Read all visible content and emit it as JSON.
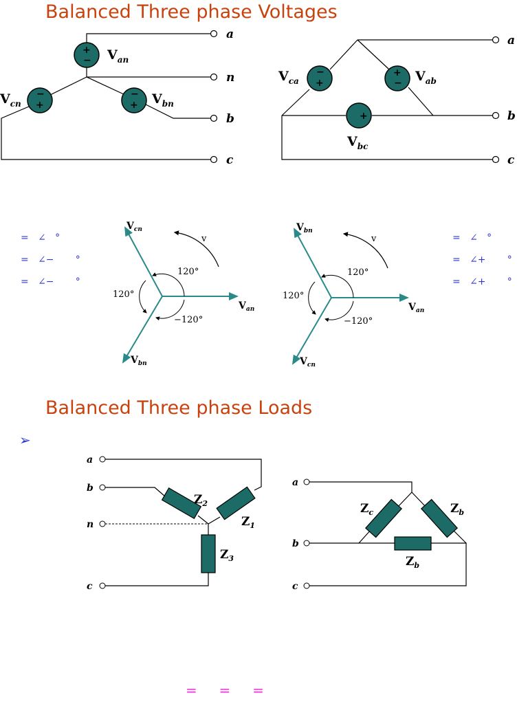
{
  "headings": {
    "voltages": "Balanced Three phase Voltages",
    "loads": "Balanced Three phase Loads"
  },
  "bullet_icon": "arrow-bullet-icon",
  "colors": {
    "heading": "#c8420e",
    "equation": "#2b35d6",
    "equation_bottom": "#f032d8",
    "source_fill": "#1c6b66",
    "phasor": "#2a8a8a"
  },
  "wye_source": {
    "terminals": [
      "a",
      "n",
      "b",
      "c"
    ],
    "sources": [
      {
        "v": "V",
        "sub": "an"
      },
      {
        "v": "V",
        "sub": "cn"
      },
      {
        "v": "V",
        "sub": "bn"
      }
    ]
  },
  "delta_source": {
    "terminals": [
      "a",
      "b",
      "c"
    ],
    "sources": [
      {
        "v": "V",
        "sub": "ca"
      },
      {
        "v": "V",
        "sub": "ab"
      },
      {
        "v": "V",
        "sub": "bc"
      }
    ]
  },
  "equations_left": [
    "=   ∠   °",
    "=   ∠−       °",
    "=   ∠−       °"
  ],
  "equations_right": [
    "=   ∠   °",
    "=   ∠+       °",
    "=   ∠+       °"
  ],
  "phasor_abc": {
    "labels": [
      {
        "v": "V",
        "sub": "cn"
      },
      {
        "v": "V",
        "sub": "an"
      },
      {
        "v": "V",
        "sub": "bn"
      }
    ],
    "rotation": "v",
    "angles": [
      "120°",
      "120°",
      "−120°"
    ]
  },
  "phasor_acb": {
    "labels": [
      {
        "v": "V",
        "sub": "bn"
      },
      {
        "v": "V",
        "sub": "an"
      },
      {
        "v": "V",
        "sub": "cn"
      }
    ],
    "rotation": "v",
    "angles": [
      "120°",
      "120°",
      "−120°"
    ]
  },
  "wye_load": {
    "terminals": [
      "a",
      "b",
      "n",
      "c"
    ],
    "impedances": [
      {
        "z": "Z",
        "sub": "2"
      },
      {
        "z": "Z",
        "sub": "1"
      },
      {
        "z": "Z",
        "sub": "3"
      }
    ]
  },
  "delta_load": {
    "terminals": [
      "a",
      "b",
      "c"
    ],
    "impedances": [
      {
        "z": "Z",
        "sub": "c"
      },
      {
        "z": "Z",
        "sub": "b"
      },
      {
        "z": "Z",
        "sub": "b"
      }
    ]
  },
  "bottom_equation": "=     =     ="
}
